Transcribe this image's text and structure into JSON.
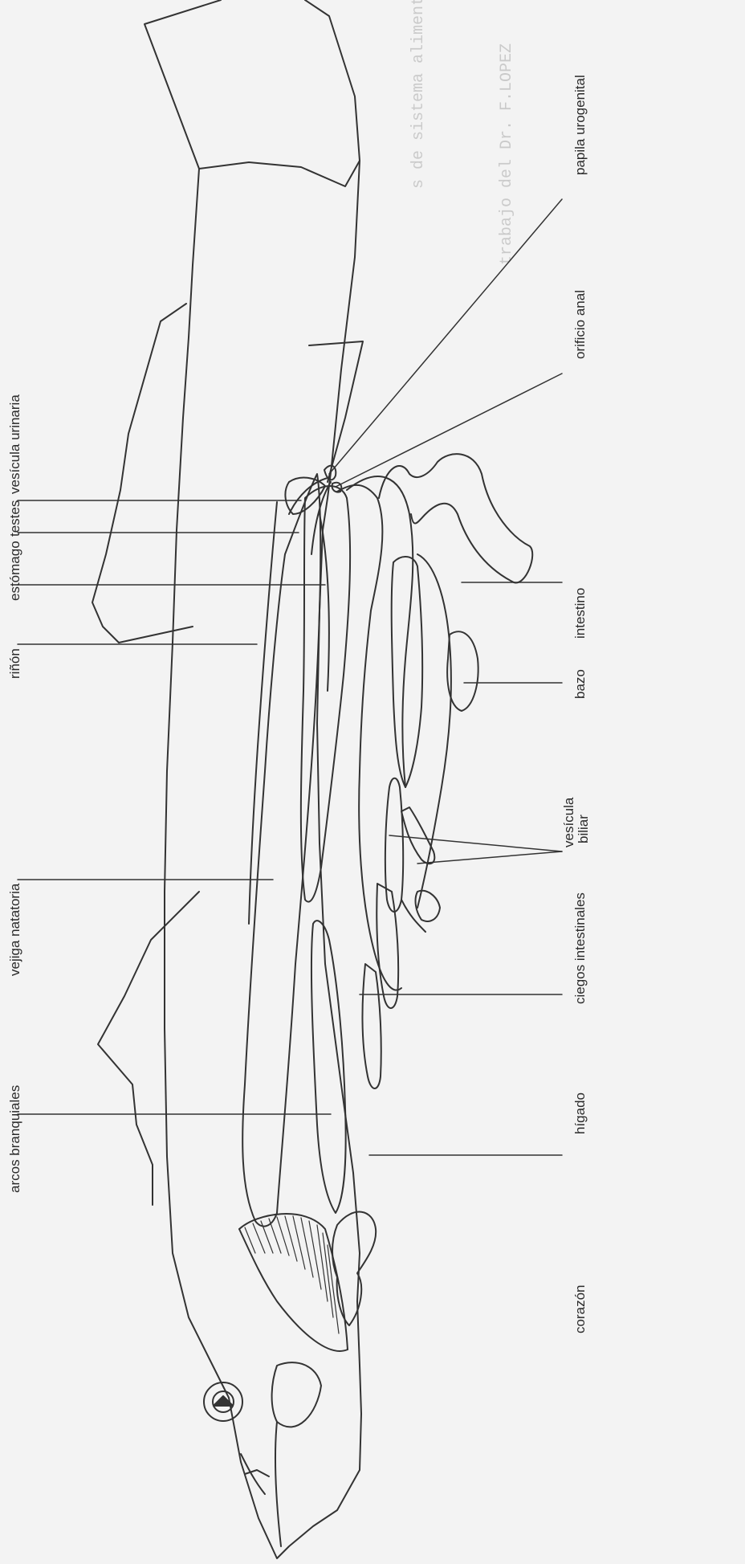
{
  "labels": {
    "vesicula_urinaria": "vesícula urinaria",
    "testes": "testes",
    "estomago": "estómago",
    "rinon": "riñón",
    "vejiga_natatoria": "vejiga natatoria",
    "arcos_branquiales": "arcos branquiales",
    "papila_urogenital": "papila urogenital",
    "orificio_anal": "orificio anal",
    "intestino": "intestino",
    "bazo": "bazo",
    "vesicula_biliar_1": "vesícula",
    "vesicula_biliar_2": "biliar",
    "ciegos_intestinales": "ciegos intestinales",
    "higado": "hígado",
    "corazon": "corazón"
  },
  "bleedthrough": {
    "line1": "s de sistema alimental de los peces óseos",
    "line2": "trabajo del Dr. F.LOPEZ"
  },
  "colors": {
    "paper": "#f3f3f3",
    "ink": "#333333"
  }
}
